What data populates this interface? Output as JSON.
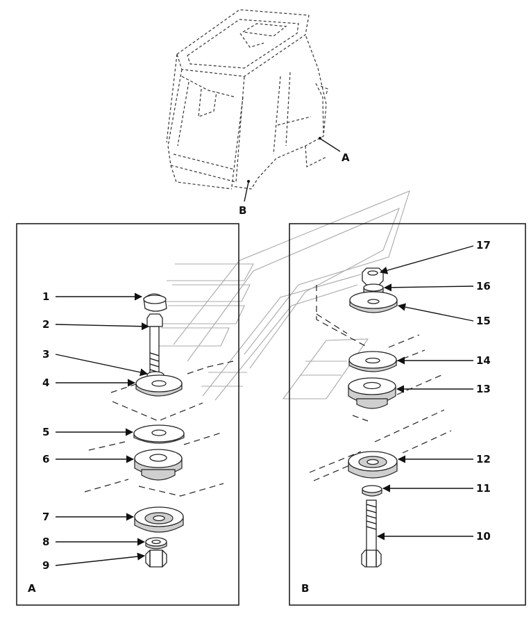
{
  "view_labels": {
    "overview_a": "A",
    "overview_b": "B",
    "panel_a": "A",
    "panel_b": "B"
  },
  "callouts_a": [
    "1",
    "2",
    "3",
    "4",
    "5",
    "6",
    "7",
    "8",
    "9"
  ],
  "callouts_b": [
    "17",
    "16",
    "15",
    "14",
    "13",
    "12",
    "11",
    "10"
  ],
  "colors": {
    "line": "#111111",
    "shade": "#cfcfcf",
    "watermark": "#a8a8a8"
  }
}
